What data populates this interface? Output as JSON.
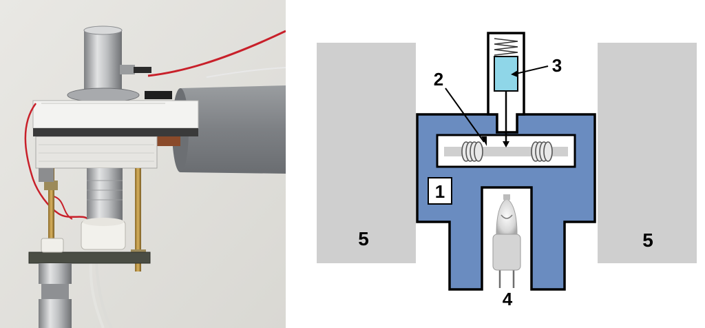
{
  "diagram": {
    "labels": {
      "one": "1",
      "two": "2",
      "three": "3",
      "four": "4",
      "five_left": "5",
      "five_right": "5"
    }
  },
  "colors": {
    "body_blue": "#6a8cc0",
    "block_gray": "#cfcfcf",
    "plunger_cyan": "#8fd6e8",
    "cable_red": "#c8202a",
    "foam_gray": "#8a8d90"
  }
}
